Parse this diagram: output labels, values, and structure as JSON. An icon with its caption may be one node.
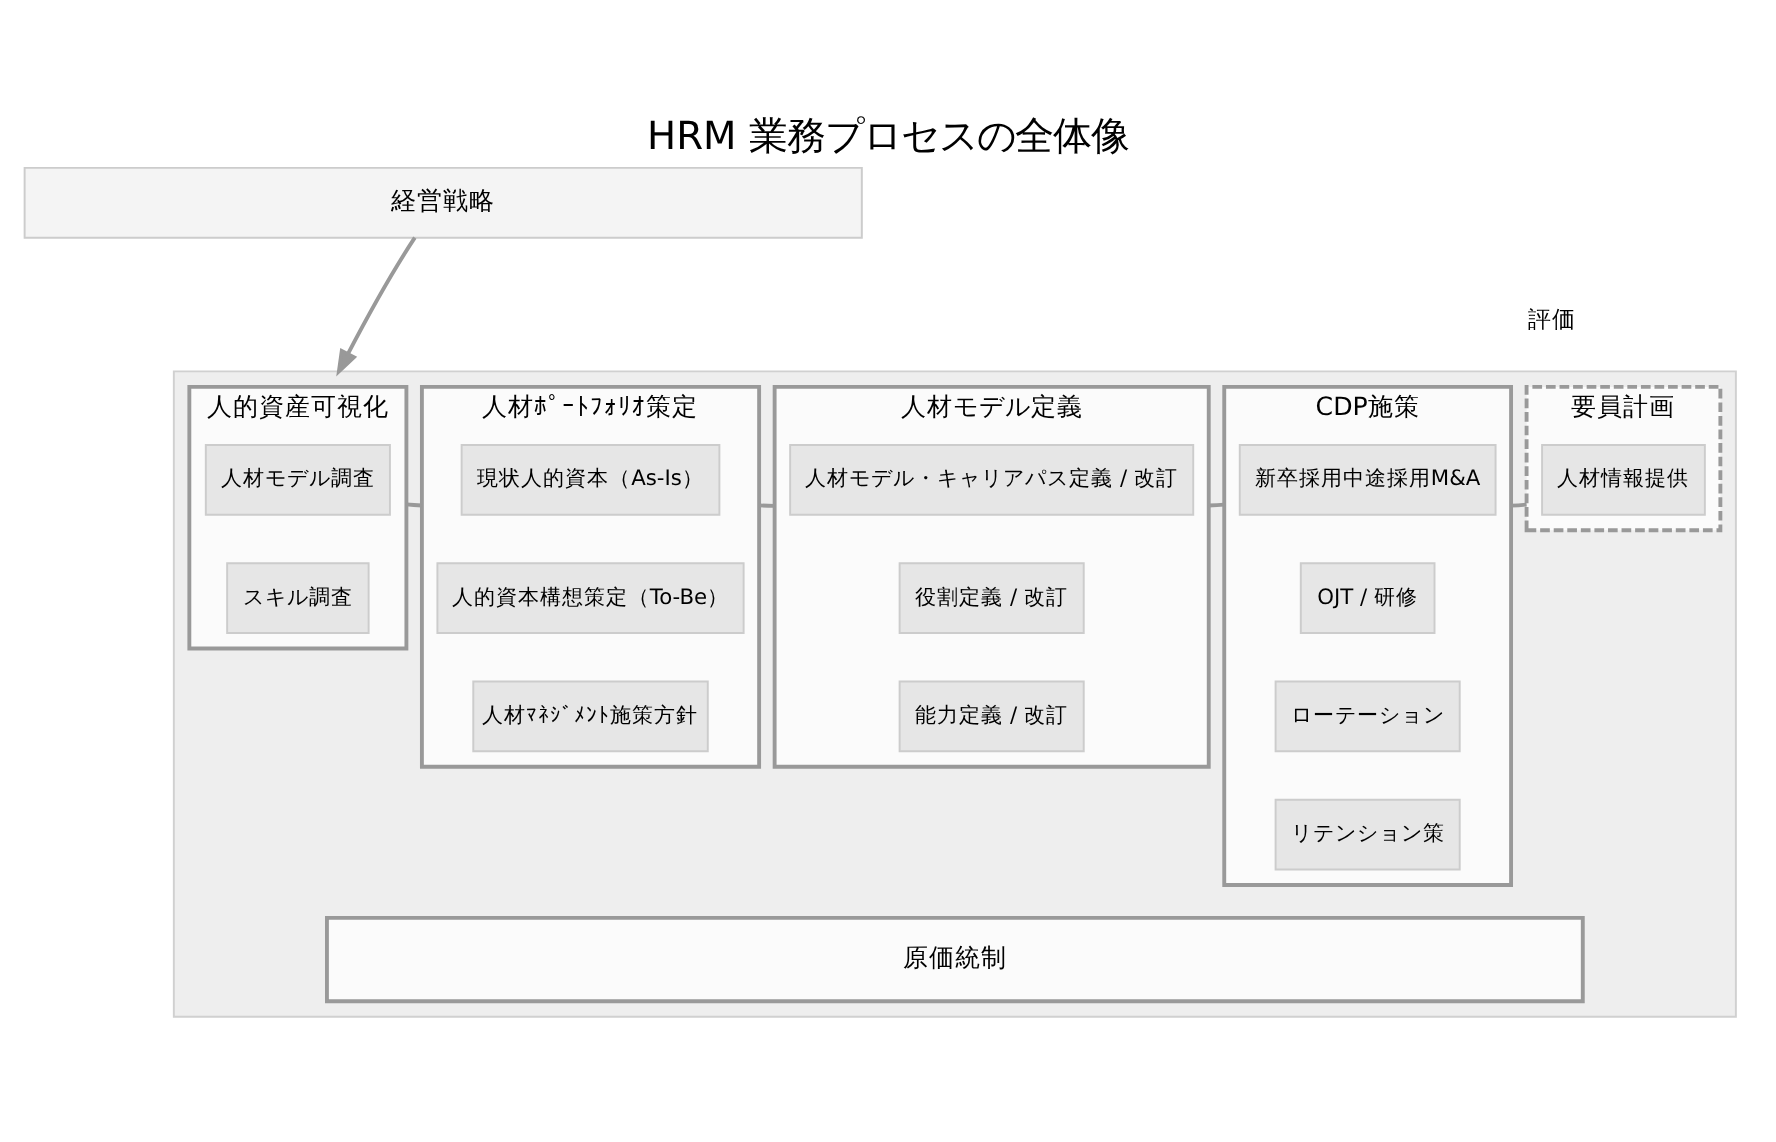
{
  "diagram": {
    "title": "HRM 業務プロセスの全体像",
    "nodes": [
      {
        "text": [
          "経営戦略"
        ]
      },
      {
        "text": [],
        "shape": "arrow"
      },
      {
        "text": [
          "人的資産可視化"
        ],
        "in": 1
      },
      {
        "text": [
          "人材モデル調査"
        ],
        "in": 2
      },
      {
        "text": [
          "スキル調査"
        ],
        "in": 2
      },
      {
        "text": [
          "人材ﾎﾟｰﾄﾌｫﾘｵ策定"
        ],
        "in": 1
      },
      {
        "text": [
          "現状人的資本（As-Is）"
        ],
        "in": 5
      },
      {
        "text": [
          "人的資本構想策定（To-Be）"
        ],
        "in": 5
      },
      {
        "text": [
          "人材ﾏﾈｼﾞﾒﾝﾄ施策方針"
        ],
        "in": 5
      },
      {
        "text": [
          "人材モデル定義"
        ],
        "in": 1
      },
      {
        "text": [
          "人材モデル・キャリアパス定義 / 改訂"
        ],
        "in": 9
      },
      {
        "text": [
          "役割定義 / 改訂"
        ],
        "in": 9
      },
      {
        "text": [
          "能力定義 / 改訂"
        ],
        "in": 9
      },
      {
        "text": [
          "CDP施策"
        ],
        "in": 1
      },
      {
        "text": [
          "新卒採用中途採用M&A"
        ],
        "in": 13
      },
      {
        "text": [
          "OJT / 研修"
        ],
        "in": 13
      },
      {
        "text": [
          "ローテーション"
        ],
        "in": 13
      },
      {
        "text": [
          "リテンション策"
        ],
        "in": 13
      },
      {
        "text": [
          "要員計画"
        ],
        "in": 1
      },
      {
        "text": [
          "人材情報提供"
        ],
        "in": 18
      },
      {
        "text": [
          "原価統制"
        ],
        "in": 1
      }
    ],
    "edges": [
      {
        "from": 0,
        "to": 1,
        "arrow": "to"
      },
      {
        "from": 2,
        "to": 5,
        "arrow": "none"
      },
      {
        "from": 5,
        "to": 9,
        "arrow": "none"
      },
      {
        "from": 9,
        "to": 13,
        "arrow": "none"
      },
      {
        "from": 13,
        "to": 18,
        "arrow": "none"
      }
    ],
    "labels": [
      "評価"
    ]
  }
}
